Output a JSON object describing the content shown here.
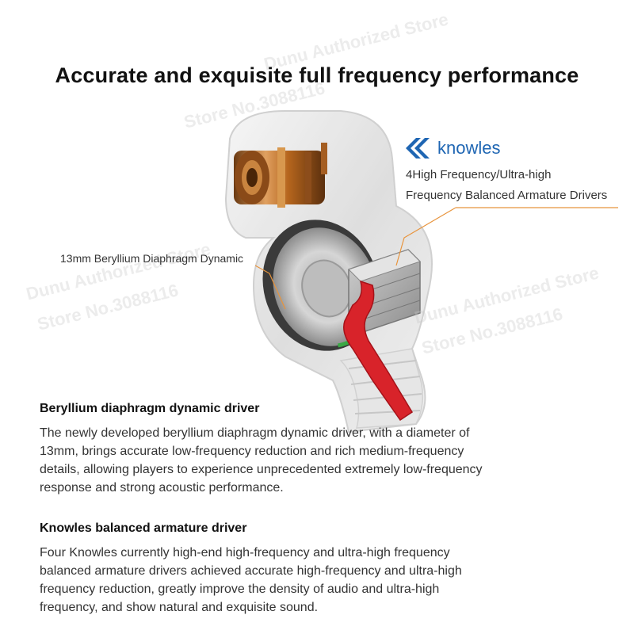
{
  "title": "Accurate and exquisite full frequency performance",
  "watermark": {
    "store_name": "Dunu Authorized Store",
    "store_number": "Store No.3088116"
  },
  "knowles": {
    "brand": "knowles",
    "brand_color": "#1f66b3",
    "line1": "4High Frequency/Ultra-high",
    "line2": "Frequency Balanced Armature Drivers"
  },
  "dynamic_callout": "13mm Beryllium Diaphragm Dynamic",
  "sections": [
    {
      "heading": "Beryllium diaphragm dynamic driver",
      "lines": [
        "The newly developed beryllium diaphragm dynamic driver, with a diameter of",
        "13mm, brings accurate low-frequency reduction and rich medium-frequency",
        "details, allowing players to experience unprecedented extremely low-frequency",
        "response and strong acoustic performance."
      ]
    },
    {
      "heading": "Knowles balanced armature driver",
      "lines": [
        "Four Knowles currently high-end high-frequency and ultra-high frequency",
        "balanced armature drivers achieved accurate high-frequency and ultra-high",
        "frequency reduction, greatly improve the density of audio and ultra-high",
        "frequency, and show natural and exquisite sound."
      ]
    }
  ],
  "colors": {
    "callout_line": "#e8943c",
    "accent_red": "#d8232a",
    "copper": "#b5651d",
    "green_ring": "#3aa845"
  }
}
